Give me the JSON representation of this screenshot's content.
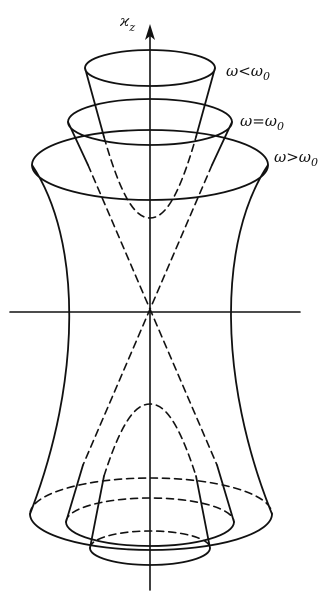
{
  "labels": {
    "axis": "ϰ",
    "axis_sub": "z",
    "lt": "ω<ω",
    "lt_sub": "0",
    "eq": "ω=ω",
    "eq_sub": "0",
    "gt": "ω>ω",
    "gt_sub": "0"
  }
}
